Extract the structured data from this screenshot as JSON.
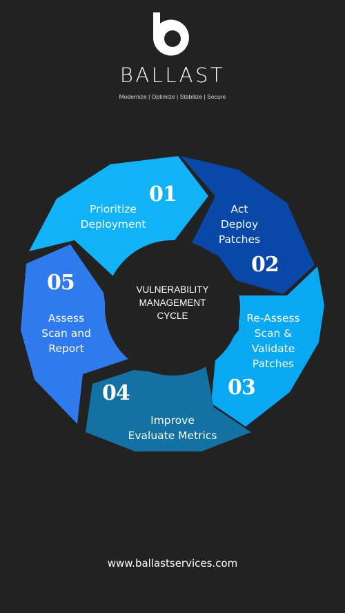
{
  "brand": {
    "name": "BALLAST",
    "tagline": "Modernize | Optimize | Stabilize | Secure",
    "logo_icon": "ballast-b-logo-icon"
  },
  "cycle": {
    "center_label": "VULNERABILITY\nMANAGEMENT\nCYCLE",
    "center_color": "#232222",
    "steps": [
      {
        "number": "01",
        "label": "Prioritize\nDeployment",
        "color": "#12B2F6"
      },
      {
        "number": "02",
        "label": "Act\nDeploy\nPatches",
        "color": "#0A48A8"
      },
      {
        "number": "03",
        "label": "Re-Assess\nScan &\nValidate\nPatches",
        "color": "#09A8F2"
      },
      {
        "number": "04",
        "label": "Improve\nEvaluate Metrics",
        "color": "#1372A3"
      },
      {
        "number": "05",
        "label": "Assess\nScan and\nReport",
        "color": "#2F7BEE"
      }
    ]
  },
  "footer": {
    "website": "www.ballastservices.com"
  }
}
